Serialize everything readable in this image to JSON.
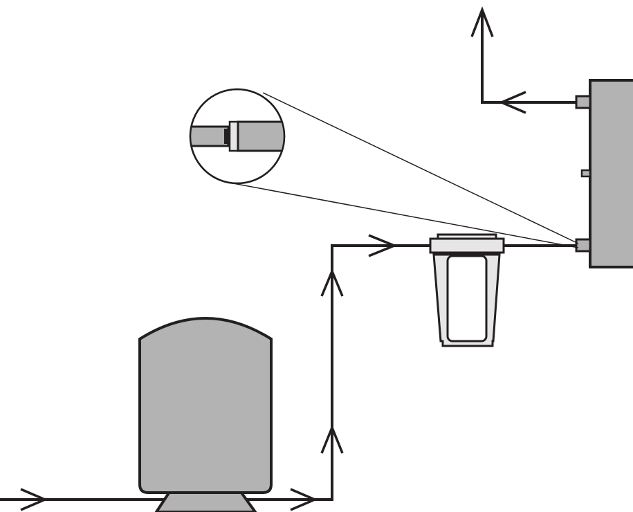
{
  "diagram": {
    "components": [
      {
        "id": "pressure-tank",
        "icon": "pressure-tank-icon"
      },
      {
        "id": "cartridge-filter",
        "icon": "cartridge-filter-icon"
      },
      {
        "id": "water-heater-unit",
        "icon": "appliance-icon"
      },
      {
        "id": "connection-detail-magnifier",
        "icon": "magnifier-icon"
      }
    ],
    "flow": [
      "inlet",
      "pressure-tank",
      "cartridge-filter",
      "water-heater-unit",
      "outlet"
    ],
    "colors": {
      "line": "#231f20",
      "fill": "#b3b3b3",
      "filter_housing": "#e6e6e6",
      "background": "#ffffff"
    }
  }
}
